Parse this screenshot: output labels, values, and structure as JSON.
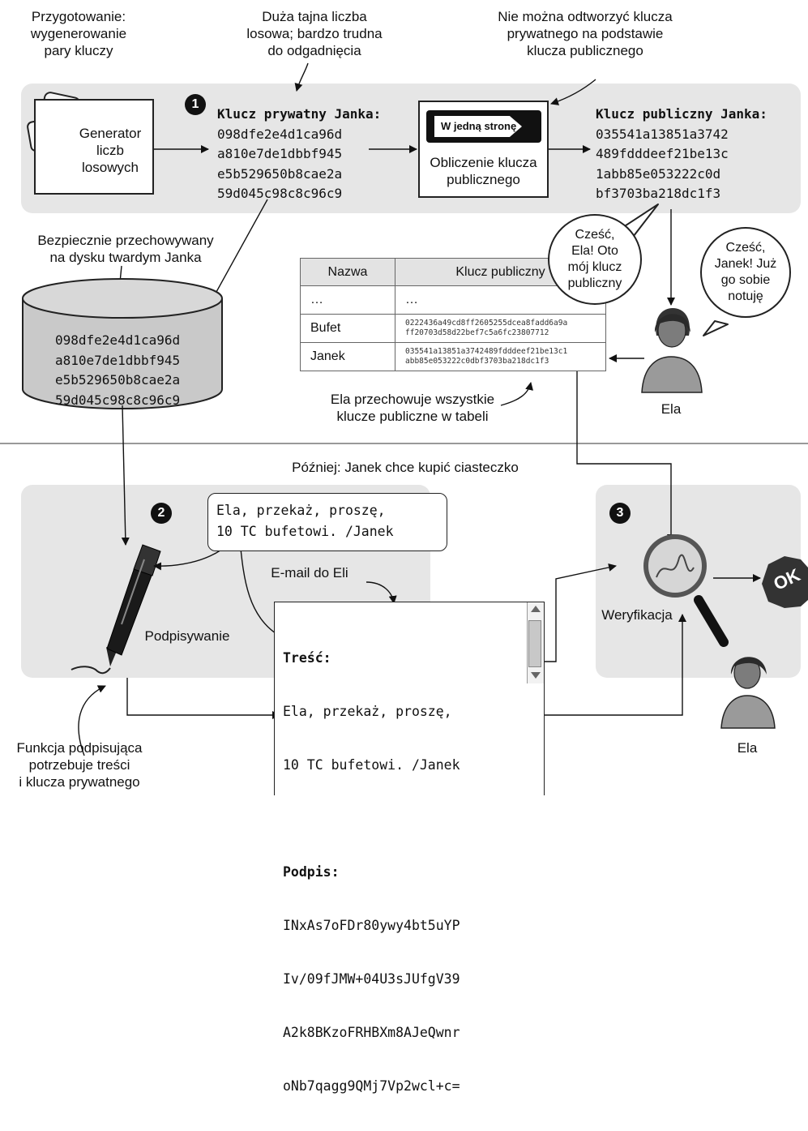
{
  "top": {
    "prep_caption": "Przygotowanie:\nwygenerowanie\npary kluczy",
    "random_caption": "Duża tajna liczba\nlosowa; bardzo trudna\ndo odgadnięcia",
    "irreversible_caption": "Nie można odtworzyć klucza\nprywatnego na podstawie\nklucza publicznego"
  },
  "step1": {
    "number": "1",
    "generator_label": "Generator\nliczb\nlosowych",
    "private_key_title": "Klucz prywatny Janka:",
    "private_key_lines": [
      "098dfe2e4d1ca96d",
      "a810e7de1dbbf945",
      "e5b529650b8cae2a",
      "59d045c98c8c96c9"
    ],
    "one_way_sign": "W jedną stronę",
    "compute_label": "Obliczenie klucza\npublicznego",
    "public_key_title": "Klucz publiczny Janka:",
    "public_key_lines": [
      "035541a13851a3742",
      "489fdddeef21be13c",
      "1abb85e053222c0d",
      "bf3703ba218dc1f3"
    ]
  },
  "storage": {
    "caption": "Bezpiecznie przechowywany\nna dysku twardym Janka",
    "disk_lines": [
      "098dfe2e4d1ca96d",
      "a810e7de1dbbf945",
      "e5b529650b8cae2a",
      "59d045c98c8c96c9"
    ]
  },
  "table": {
    "headers": [
      "Nazwa",
      "Klucz publiczny"
    ],
    "rows": [
      {
        "name": "…",
        "key": "…"
      },
      {
        "name": "Bufet",
        "key": "0222436a49cd8ff2605255dcea8fadd6a9a\nff20703d58d22bef7c5a6fc23807712"
      },
      {
        "name": "Janek",
        "key": "035541a13851a3742489fdddeef21be13c1\nabb85e053222c0dbf3703ba218dc1f3"
      }
    ],
    "caption": "Ela przechowuje wszystkie\nklucze publiczne w tabeli"
  },
  "dialog": {
    "janek_bubble": "Cześć,\nEla! Oto\nmój klucz\npubliczny",
    "ela_bubble": "Cześć,\nJanek! Już\ngo sobie\nnotuję",
    "ela_name": "Ela"
  },
  "later_caption": "Później: Janek chce kupić ciasteczko",
  "step2": {
    "number": "2",
    "message": "Ela, przekaż, proszę,\n10 TC bufetowi. /Janek",
    "email_caption": "E-mail do Eli",
    "signing_label": "Podpisywanie",
    "sign_func_caption": "Funkcja podpisująca\npotrzebuje treści\ni klucza prywatnego"
  },
  "email": {
    "body_title": "Treść:",
    "body_lines": [
      "Ela, przekaż, proszę,",
      "10 TC bufetowi. /Janek"
    ],
    "sig_title": "Podpis:",
    "sig_lines": [
      "INxAs7oFDr80ywy4bt5uYP",
      "Iv/09fJMW+04U3sJUfgV39",
      "A2k8BKzoFRHBXm8AJeQwnr",
      "oNb7qagg9QMj7Vp2wcl+c="
    ]
  },
  "step3": {
    "number": "3",
    "verify_label": "Weryfikacja",
    "ok_label": "OK",
    "ela_name": "Ela"
  }
}
